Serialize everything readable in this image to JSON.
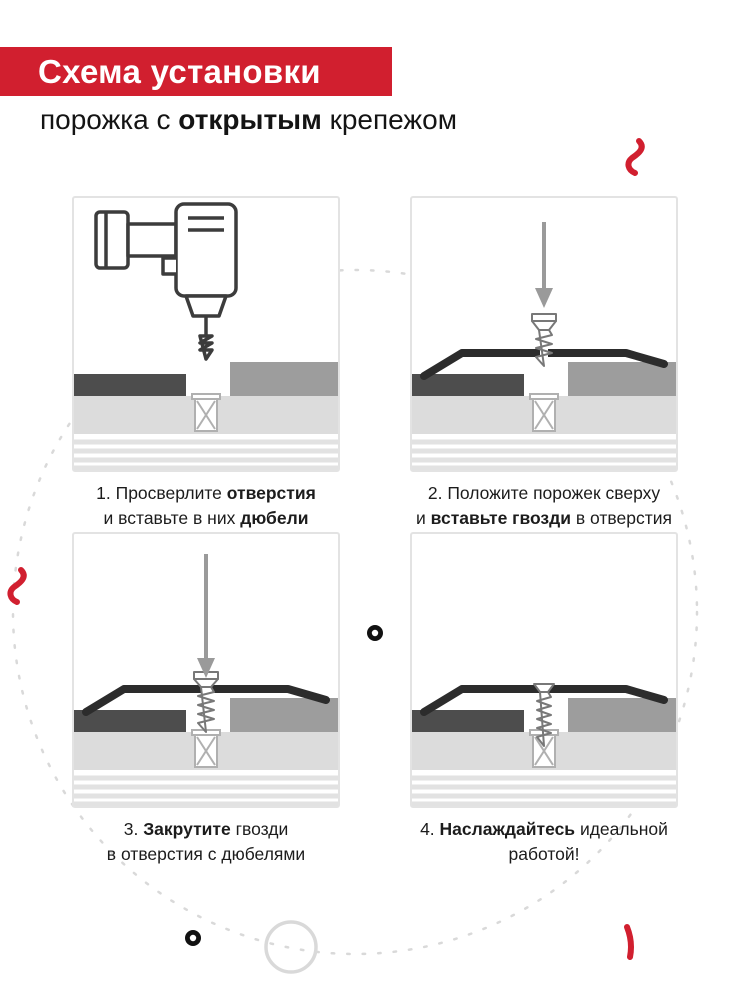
{
  "header": {
    "banner_title": "Схема установки",
    "subtitle": [
      [
        {
          "t": "порожка с "
        },
        {
          "t": "открытым",
          "b": 1
        },
        {
          "t": " крепежом"
        }
      ]
    ]
  },
  "steps": [
    {
      "number": "1",
      "illustration": "drill-making-holes-and-dowel-in-floor",
      "caption": [
        [
          {
            "t": "1. Просверлите "
          },
          {
            "t": "отверстия",
            "b": 1
          }
        ],
        [
          {
            "t": "и вставьте в них "
          },
          {
            "t": "дюбели",
            "b": 1
          }
        ]
      ]
    },
    {
      "number": "2",
      "illustration": "threshold-laid-on-top-nail-inserted-from-above",
      "caption": [
        [
          {
            "t": "2. Положите порожек сверху"
          }
        ],
        [
          {
            "t": "и "
          },
          {
            "t": "вставьте гвозди",
            "b": 1
          },
          {
            "t": " в отверстия"
          }
        ]
      ]
    },
    {
      "number": "3",
      "illustration": "nail-screwed-into-dowel-through-threshold",
      "caption": [
        [
          {
            "t": "3. "
          },
          {
            "t": "Закрутите",
            "b": 1
          },
          {
            "t": " гвозди"
          }
        ],
        [
          {
            "t": "в отверстия с дюбелями"
          }
        ]
      ]
    },
    {
      "number": "4",
      "illustration": "finished-installed-threshold",
      "caption": [
        [
          {
            "t": "4. "
          },
          {
            "t": "Наслаждайтесь",
            "b": 1
          },
          {
            "t": " идеальной"
          }
        ],
        [
          {
            "t": "работой!"
          }
        ]
      ]
    }
  ],
  "icons": [
    "drill-icon",
    "arrow-down-icon",
    "screw-icon",
    "dowel-icon",
    "threshold-profile",
    "floor-cross-section",
    "red-squiggle-icon",
    "donut-dot-icon",
    "dashed-circle-decoration",
    "outline-circle-decoration"
  ],
  "colors": {
    "banner_red": "#d11f2f",
    "accent_red": "#d11f2f",
    "panel_border": "#e3e3e3",
    "floor_dark": "#4d4d4d",
    "floor_light": "#9d9d9d",
    "subfloor_gray": "#dcdcdc",
    "threshold_dark": "#2c2c2c",
    "text_dark": "#1c1c1c"
  }
}
